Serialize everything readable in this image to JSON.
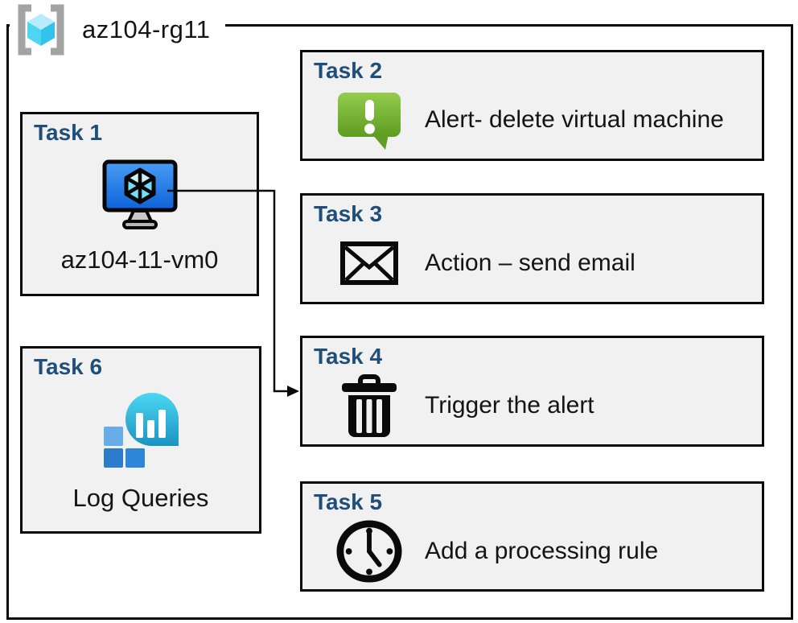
{
  "resource_group": {
    "name": "az104-rg11",
    "icon": "resource-group-icon"
  },
  "tasks": [
    {
      "id": "task-1",
      "header": "Task 1",
      "label": "az104-11-vm0",
      "icon": "virtual-machine-icon"
    },
    {
      "id": "task-2",
      "header": "Task 2",
      "label": "Alert- delete virtual machine",
      "icon": "alert-icon"
    },
    {
      "id": "task-3",
      "header": "Task 3",
      "label": "Action – send email",
      "icon": "email-icon"
    },
    {
      "id": "task-4",
      "header": "Task 4",
      "label": "Trigger the alert",
      "icon": "trash-icon"
    },
    {
      "id": "task-5",
      "header": "Task 5",
      "label": "Add a processing rule",
      "icon": "clock-icon"
    },
    {
      "id": "task-6",
      "header": "Task 6",
      "label": "Log Queries",
      "icon": "log-analytics-icon"
    }
  ],
  "connection": {
    "from": "task-1 virtual machine",
    "to": "task-4"
  },
  "colors": {
    "task_header_blue": "#1f4e79",
    "box_fill": "#f1f1f1",
    "box_border": "#0a0a0a",
    "vm_screen_blue_top": "#4499f3",
    "vm_screen_blue_bottom": "#1164da",
    "alert_green_top": "#95cc4d",
    "alert_green_bottom": "#5c9c20",
    "log_balloon_teal_top": "#4cd7f3",
    "log_balloon_teal_bottom": "#1b93c1",
    "log_square_light_blue": "#66ade9",
    "log_square_blue": "#2e86d9",
    "rg_cube_cyan": "#4ed5f1",
    "rg_bracket_gray": "#a3a3a3"
  }
}
